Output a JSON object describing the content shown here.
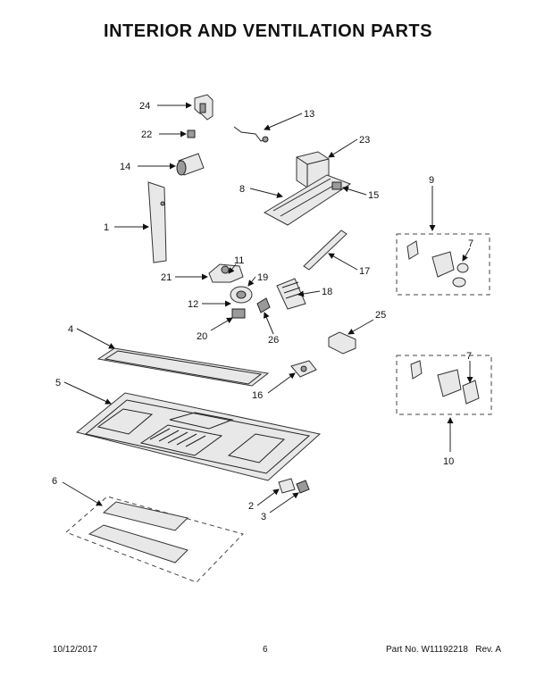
{
  "title": "INTERIOR AND VENTILATION PARTS",
  "callouts": [
    "24",
    "13",
    "22",
    "23",
    "14",
    "8",
    "15",
    "9",
    "1",
    "7",
    "17",
    "11",
    "21",
    "19",
    "18",
    "12",
    "20",
    "26",
    "25",
    "4",
    "7",
    "16",
    "5",
    "10",
    "6",
    "2",
    "3"
  ],
  "footer": {
    "date": "10/12/2017",
    "page": "6",
    "part_label": "Part No.",
    "part_number": "W11192218",
    "rev_label": "Rev.",
    "rev": "A"
  }
}
